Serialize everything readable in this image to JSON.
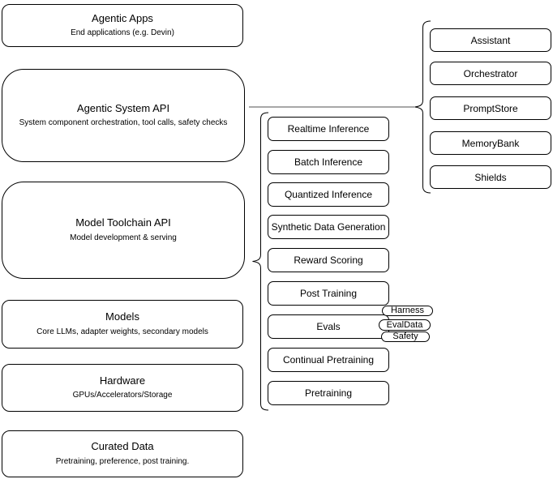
{
  "diagram": {
    "left_stack": [
      {
        "title": "Agentic Apps",
        "subtitle": "End applications (e.g. Devin)"
      },
      {
        "title": "Agentic System API",
        "subtitle": "System component orchestration, tool calls, safety checks"
      },
      {
        "title": "Model Toolchain API",
        "subtitle": "Model development & serving"
      },
      {
        "title": "Models",
        "subtitle": "Core LLMs, adapter weights, secondary models"
      },
      {
        "title": "Hardware",
        "subtitle": "GPUs/Accelerators/Storage"
      },
      {
        "title": "Curated Data",
        "subtitle": "Pretraining, preference, post training."
      }
    ],
    "toolchain_components": [
      "Realtime Inference",
      "Batch Inference",
      "Quantized Inference",
      "Synthetic Data Generation",
      "Reward Scoring",
      "Post Training",
      "Evals",
      "Continual Pretraining",
      "Pretraining"
    ],
    "eval_tags": [
      "Harness",
      "EvalData",
      "Safety"
    ],
    "system_components": [
      "Assistant",
      "Orchestrator",
      "PromptStore",
      "MemoryBank",
      "Shields"
    ],
    "colors": {
      "node_border": "#000000",
      "node_fill": "#ffffff",
      "connector_line": "#8c8c8c",
      "brace": "#000000"
    }
  }
}
